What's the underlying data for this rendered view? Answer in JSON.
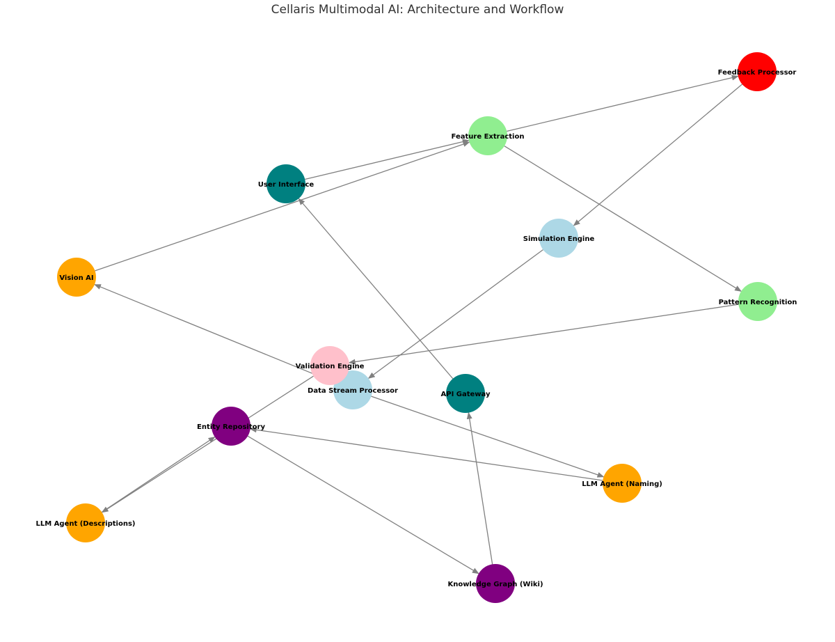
{
  "title": "Cellaris Multimodal AI: Architecture and Workflow",
  "colors": {
    "edge": "#808080",
    "teal": "#008080",
    "lightgreen": "#90EE90",
    "red": "#FF0000",
    "lightblue": "#ADD8E6",
    "orange": "#FFA500",
    "pink": "#FFC0CB",
    "purple": "#800080"
  },
  "nodes": [
    {
      "id": "feedback",
      "label": "Feedback Processor",
      "color": "#FF0000"
    },
    {
      "id": "feature",
      "label": "Feature Extraction",
      "color": "#90EE90"
    },
    {
      "id": "ui",
      "label": "User Interface",
      "color": "#008080"
    },
    {
      "id": "sim",
      "label": "Simulation Engine",
      "color": "#ADD8E6"
    },
    {
      "id": "vision",
      "label": "Vision AI",
      "color": "#FFA500"
    },
    {
      "id": "pattern",
      "label": "Pattern Recognition",
      "color": "#90EE90"
    },
    {
      "id": "datastream",
      "label": "Data Stream Processor",
      "color": "#ADD8E6"
    },
    {
      "id": "validation",
      "label": "Validation Engine",
      "color": "#FFC0CB"
    },
    {
      "id": "api",
      "label": "API Gateway",
      "color": "#008080"
    },
    {
      "id": "entity",
      "label": "Entity Repository",
      "color": "#800080"
    },
    {
      "id": "naming",
      "label": "LLM Agent (Naming)",
      "color": "#FFA500"
    },
    {
      "id": "desc",
      "label": "LLM Agent (Descriptions)",
      "color": "#FFA500"
    },
    {
      "id": "kg",
      "label": "Knowledge Graph (Wiki)",
      "color": "#800080"
    }
  ],
  "edges": [
    {
      "from": "ui",
      "to": "feature"
    },
    {
      "from": "vision",
      "to": "feature"
    },
    {
      "from": "feature",
      "to": "feedback"
    },
    {
      "from": "feature",
      "to": "pattern"
    },
    {
      "from": "feedback",
      "to": "sim"
    },
    {
      "from": "sim",
      "to": "datastream"
    },
    {
      "from": "pattern",
      "to": "validation"
    },
    {
      "from": "datastream",
      "to": "vision"
    },
    {
      "from": "datastream",
      "to": "naming"
    },
    {
      "from": "api",
      "to": "ui"
    },
    {
      "from": "validation",
      "to": "desc"
    },
    {
      "from": "desc",
      "to": "entity"
    },
    {
      "from": "naming",
      "to": "entity"
    },
    {
      "from": "entity",
      "to": "kg"
    },
    {
      "from": "kg",
      "to": "api"
    }
  ]
}
